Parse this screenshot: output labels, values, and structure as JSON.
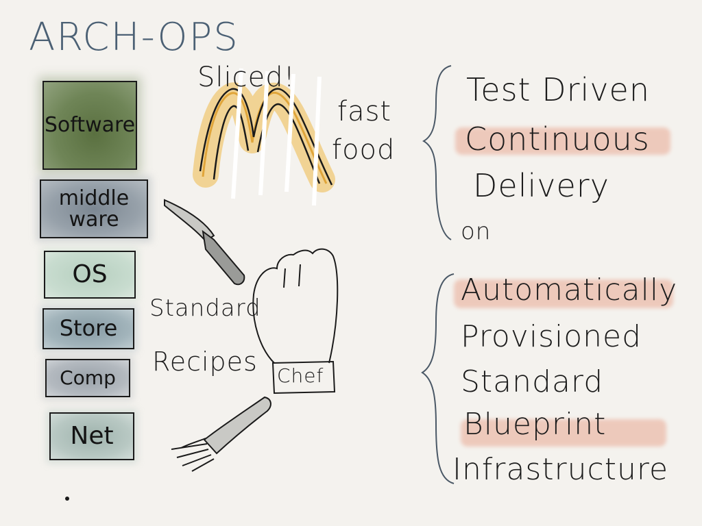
{
  "title": "ARCH-OPS",
  "layers": {
    "software": "Software",
    "middleware": "middle ware",
    "os": "OS",
    "store": "Store",
    "comp": "Comp",
    "net": "Net"
  },
  "sliced": {
    "sliced": "Sliced!",
    "fast": "fast",
    "food": "food"
  },
  "kitchen": {
    "standard": "Standard",
    "recipes": "Recipes",
    "chef": "Chef"
  },
  "right": {
    "line1": "Test Driven",
    "line2": "Continuous",
    "line3": "Delivery",
    "line4": "on",
    "line5": "Automatically",
    "line6": "Provisioned",
    "line7": "Standard",
    "line8": "Blueprint",
    "line9": "Infrastructure"
  },
  "colors": {
    "highlight": "#e9a892",
    "fries": "#e8b24a",
    "title": "#4b6074"
  }
}
